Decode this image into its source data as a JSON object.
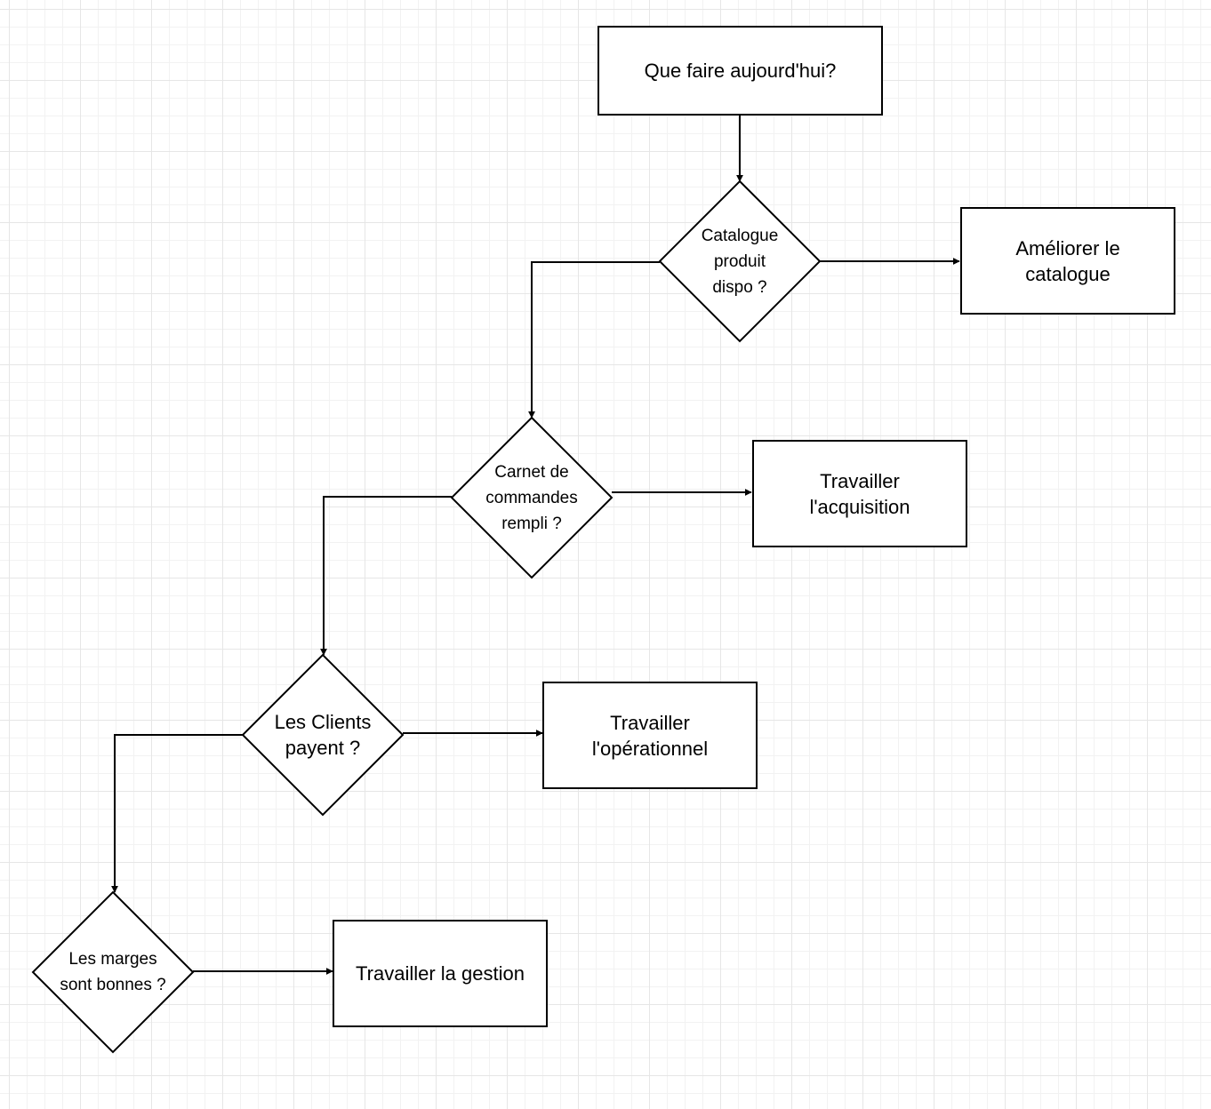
{
  "chart_data": {
    "type": "flowchart",
    "nodes": [
      {
        "id": "start",
        "shape": "rectangle",
        "lines": [
          "Que faire aujourd'hui?"
        ]
      },
      {
        "id": "d_catalogue",
        "shape": "diamond",
        "lines": [
          "Catalogue",
          "produit",
          "dispo ?"
        ]
      },
      {
        "id": "a_catalogue",
        "shape": "rectangle",
        "lines": [
          "Améliorer le",
          "catalogue"
        ]
      },
      {
        "id": "d_carnet",
        "shape": "diamond",
        "lines": [
          "Carnet de",
          "commandes",
          "rempli ?"
        ]
      },
      {
        "id": "a_acquisition",
        "shape": "rectangle",
        "lines": [
          "Travailler",
          "l'acquisition"
        ]
      },
      {
        "id": "d_clients",
        "shape": "diamond",
        "lines": [
          "Les Clients",
          "payent ?"
        ]
      },
      {
        "id": "a_operationnel",
        "shape": "rectangle",
        "lines": [
          "Travailler",
          "l'opérationnel"
        ]
      },
      {
        "id": "d_marges",
        "shape": "diamond",
        "lines": [
          "Les marges",
          "sont bonnes ?"
        ]
      },
      {
        "id": "a_gestion",
        "shape": "rectangle",
        "lines": [
          "Travailler la gestion"
        ]
      }
    ],
    "edges": [
      {
        "from": "start",
        "to": "d_catalogue"
      },
      {
        "from": "d_catalogue",
        "to": "a_catalogue"
      },
      {
        "from": "d_catalogue",
        "to": "d_carnet"
      },
      {
        "from": "d_carnet",
        "to": "a_acquisition"
      },
      {
        "from": "d_carnet",
        "to": "d_clients"
      },
      {
        "from": "d_clients",
        "to": "a_operationnel"
      },
      {
        "from": "d_clients",
        "to": "d_marges"
      },
      {
        "from": "d_marges",
        "to": "a_gestion"
      }
    ],
    "background": "grid"
  },
  "colors": {
    "stroke": "#000000",
    "fill": "#ffffff",
    "grid_major": "#e6e6e6",
    "grid_minor": "#f2f2f2"
  }
}
